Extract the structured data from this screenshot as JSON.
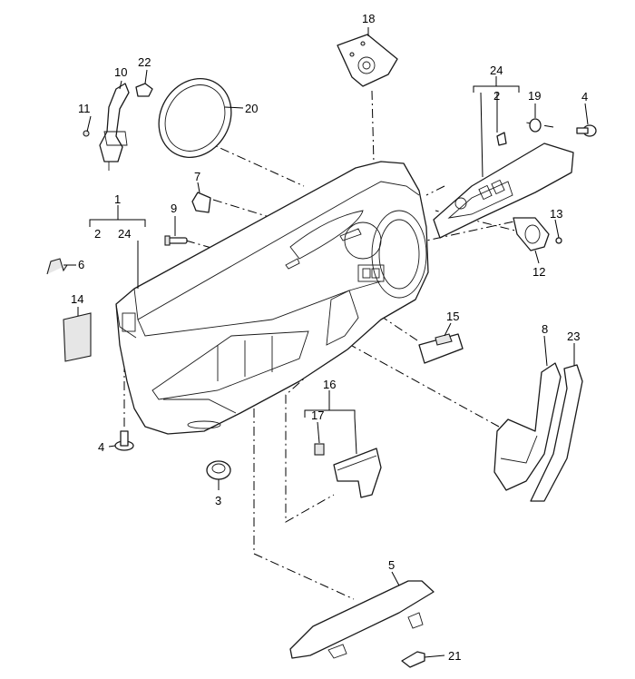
{
  "callouts": {
    "c1": "1",
    "c2a": "2",
    "c24a": "24",
    "c2b": "2",
    "c24b": "24",
    "c3": "3",
    "c4a": "4",
    "c4b": "4",
    "c5": "5",
    "c6": "6",
    "c7": "7",
    "c8": "8",
    "c9": "9",
    "c10": "10",
    "c11": "11",
    "c12": "12",
    "c13": "13",
    "c14": "14",
    "c15": "15",
    "c16": "16",
    "c17": "17",
    "c18": "18",
    "c19": "19",
    "c20": "20",
    "c21": "21",
    "c22": "22",
    "c23": "23"
  }
}
